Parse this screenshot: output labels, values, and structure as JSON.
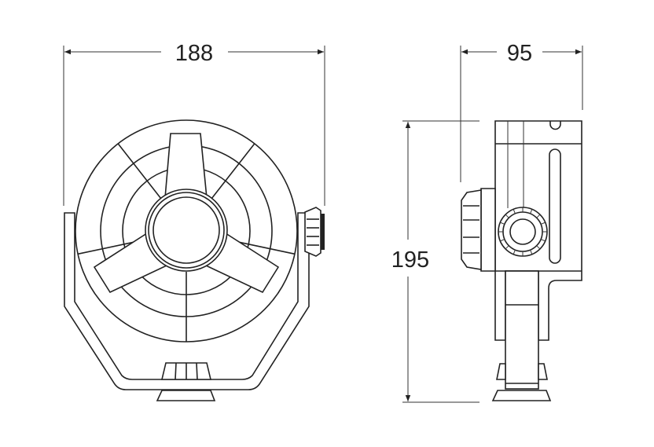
{
  "drawing": {
    "views": [
      "front-view",
      "side-view"
    ],
    "dimensions": {
      "width": "188",
      "depth": "95",
      "height": "195"
    },
    "line_color": "#222222",
    "background": "#ffffff"
  }
}
